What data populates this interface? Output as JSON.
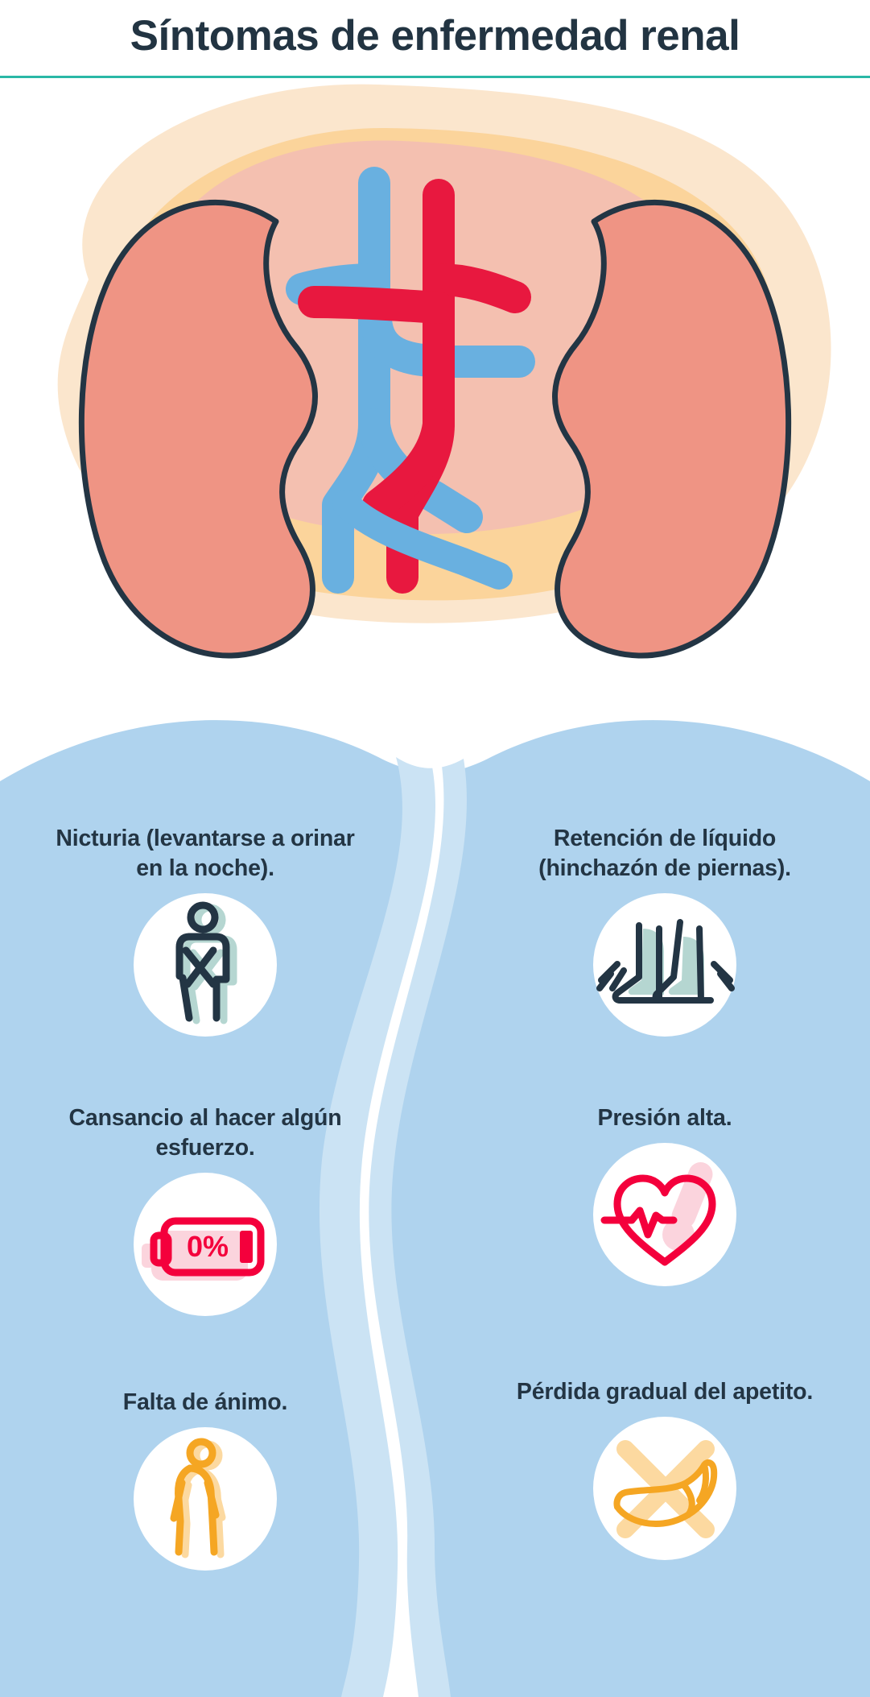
{
  "header": {
    "title": "Síntomas de enfermedad renal",
    "rule_color": "#2ab8a6",
    "title_color": "#223442"
  },
  "illustration": {
    "name": "kidneys-with-renal-vessels",
    "kidney_fill": "#ef9484",
    "kidney_outline": "#233544",
    "blob_outer": "#fbe6cd",
    "blob_mid": "#fbd49b",
    "blob_pink": "#f4c0b0",
    "artery_color": "#e8183f",
    "vein_color": "#69b0e0"
  },
  "symptoms_panel": {
    "background": "#afd3ee",
    "wave_light": "#cbe3f4",
    "wave_white": "#ffffff",
    "circle_color": "#ffffff",
    "label_color": "#233544"
  },
  "symptoms": {
    "left": [
      {
        "label": "Nicturia (levantarse a orinar en la noche).",
        "icon": "person-urge-to-urinate-icon",
        "icon_stroke": "#233544",
        "icon_shadow": "#b5d6d1"
      },
      {
        "label": "Cansancio al hacer algún esfuerzo.",
        "icon": "low-battery-icon",
        "icon_stroke": "#f4003c",
        "icon_shadow": "#fbd4dd",
        "icon_text": "0%"
      },
      {
        "label": "Falta de ánimo.",
        "icon": "slouching-person-icon",
        "icon_stroke": "#f5a623",
        "icon_shadow": "#fcd9a0"
      }
    ],
    "right": [
      {
        "label": "Retención de líquido (hinchazón de piernas).",
        "icon": "swollen-legs-icon",
        "icon_stroke": "#233544",
        "icon_shadow": "#b5d6d1"
      },
      {
        "label": "Presión alta.",
        "icon": "heart-pulse-icon",
        "icon_stroke": "#f4003c",
        "icon_shadow": "#fbd4dd"
      },
      {
        "label": "Pérdida gradual del apetito.",
        "icon": "banana-crossed-out-icon",
        "icon_stroke": "#f5a623",
        "icon_shadow": "#fcd9a0"
      }
    ]
  }
}
